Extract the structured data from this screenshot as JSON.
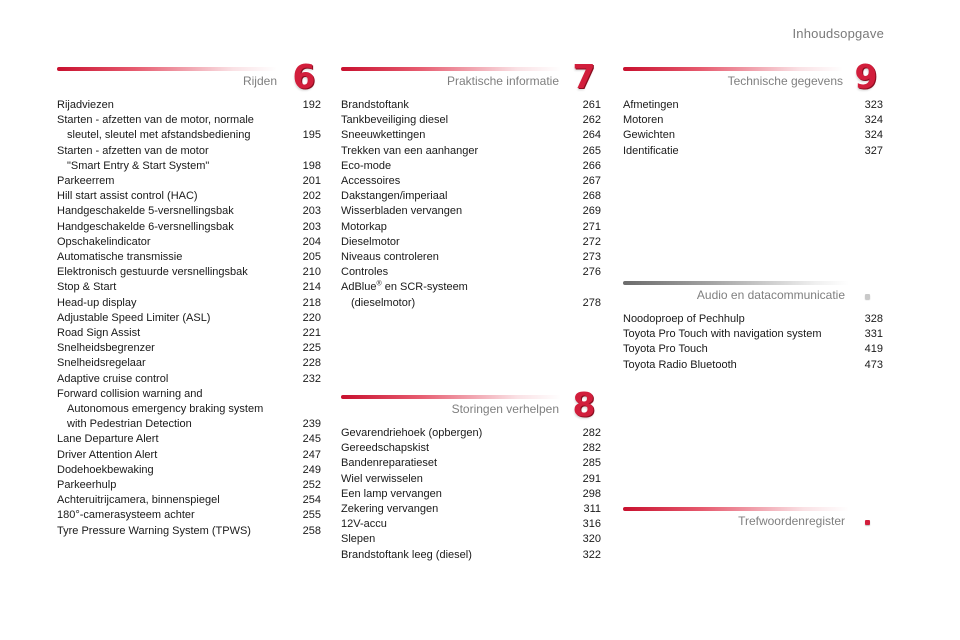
{
  "page_title": "Inhoudsopgave",
  "colors": {
    "accent": "#d21e3c",
    "gray_bar": "#8c8c8c"
  },
  "sections": {
    "rijden": {
      "title": "Rijden",
      "number": "6",
      "entries": [
        {
          "text": "Rijadviezen",
          "page": "192"
        },
        {
          "text": "Starten - afzetten van de motor, normale",
          "cont": "sleutel, sleutel met afstandsbediening",
          "page": "195"
        },
        {
          "text": "Starten - afzetten van de motor",
          "cont": "\"Smart Entry & Start System\"",
          "page": "198"
        },
        {
          "text": "Parkeerrem",
          "page": "201"
        },
        {
          "text": "Hill start assist control (HAC)",
          "page": "202"
        },
        {
          "text": "Handgeschakelde 5-versnellingsbak",
          "page": "203"
        },
        {
          "text": "Handgeschakelde 6-versnellingsbak",
          "page": "203"
        },
        {
          "text": "Opschakelindicator",
          "page": "204"
        },
        {
          "text": "Automatische transmissie",
          "page": "205"
        },
        {
          "text": "Elektronisch gestuurde versnellingsbak",
          "page": "210"
        },
        {
          "text": "Stop & Start",
          "page": "214"
        },
        {
          "text": "Head-up display",
          "page": "218"
        },
        {
          "text": "Adjustable Speed Limiter (ASL)",
          "page": "220"
        },
        {
          "text": "Road Sign Assist",
          "page": "221"
        },
        {
          "text": "Snelheidsbegrenzer",
          "page": "225"
        },
        {
          "text": "Snelheidsregelaar",
          "page": "228"
        },
        {
          "text": "Adaptive cruise control",
          "page": "232"
        },
        {
          "text": "Forward collision warning and",
          "cont": "Autonomous emergency braking system",
          "cont2": "with Pedestrian Detection",
          "page": "239"
        },
        {
          "text": "Lane Departure Alert",
          "page": "245"
        },
        {
          "text": "Driver Attention Alert",
          "page": "247"
        },
        {
          "text": "Dodehoekbewaking",
          "page": "249"
        },
        {
          "text": "Parkeerhulp",
          "page": "252"
        },
        {
          "text": "Achteruitrijcamera, binnenspiegel",
          "page": "254"
        },
        {
          "text": "180°-camerasysteem achter",
          "page": "255"
        },
        {
          "text": "Tyre Pressure Warning System (TPWS)",
          "page": "258"
        }
      ]
    },
    "praktische": {
      "title": "Praktische informatie",
      "number": "7",
      "entries": [
        {
          "text": "Brandstoftank",
          "page": "261"
        },
        {
          "text": "Tankbeveiliging diesel",
          "page": "262"
        },
        {
          "text": "Sneeuwkettingen",
          "page": "264"
        },
        {
          "text": "Trekken van een aanhanger",
          "page": "265"
        },
        {
          "text": "Eco-mode",
          "page": "266"
        },
        {
          "text": "Accessoires",
          "page": "267"
        },
        {
          "text": "Dakstangen/imperiaal",
          "page": "268"
        },
        {
          "text": "Wisserbladen vervangen",
          "page": "269"
        },
        {
          "text": "Motorkap",
          "page": "271"
        },
        {
          "text": "Dieselmotor",
          "page": "272"
        },
        {
          "text": "Niveaus controleren",
          "page": "273"
        },
        {
          "text": "Controles",
          "page": "276"
        },
        {
          "text": "AdBlue",
          "sup": "®",
          "text_after": " en SCR-systeem",
          "cont": "(dieselmotor)",
          "page": "278"
        }
      ]
    },
    "storingen": {
      "title": "Storingen verhelpen",
      "number": "8",
      "entries": [
        {
          "text": "Gevarendriehoek (opbergen)",
          "page": "282"
        },
        {
          "text": "Gereedschapskist",
          "page": "282"
        },
        {
          "text": "Bandenreparatieset",
          "page": "285"
        },
        {
          "text": "Wiel verwisselen",
          "page": "291"
        },
        {
          "text": "Een lamp vervangen",
          "page": "298"
        },
        {
          "text": "Zekering vervangen",
          "page": "311"
        },
        {
          "text": "12V-accu",
          "page": "316"
        },
        {
          "text": "Slepen",
          "page": "320"
        },
        {
          "text": "Brandstoftank leeg (diesel)",
          "page": "322"
        }
      ]
    },
    "technische": {
      "title": "Technische gegevens",
      "number": "9",
      "entries": [
        {
          "text": "Afmetingen",
          "page": "323"
        },
        {
          "text": "Motoren",
          "page": "324"
        },
        {
          "text": "Gewichten",
          "page": "324"
        },
        {
          "text": "Identificatie",
          "page": "327"
        }
      ]
    },
    "audio": {
      "title": "Audio en datacommunicatie",
      "entries": [
        {
          "text": "Noodoproep of Pechhulp",
          "page": "328"
        },
        {
          "text": "Toyota Pro Touch with navigation system",
          "page": "331"
        },
        {
          "text": "Toyota Pro Touch",
          "page": "419"
        },
        {
          "text": "Toyota Radio Bluetooth",
          "page": "473"
        }
      ]
    },
    "trefwoorden": {
      "title": "Trefwoordenregister"
    }
  }
}
